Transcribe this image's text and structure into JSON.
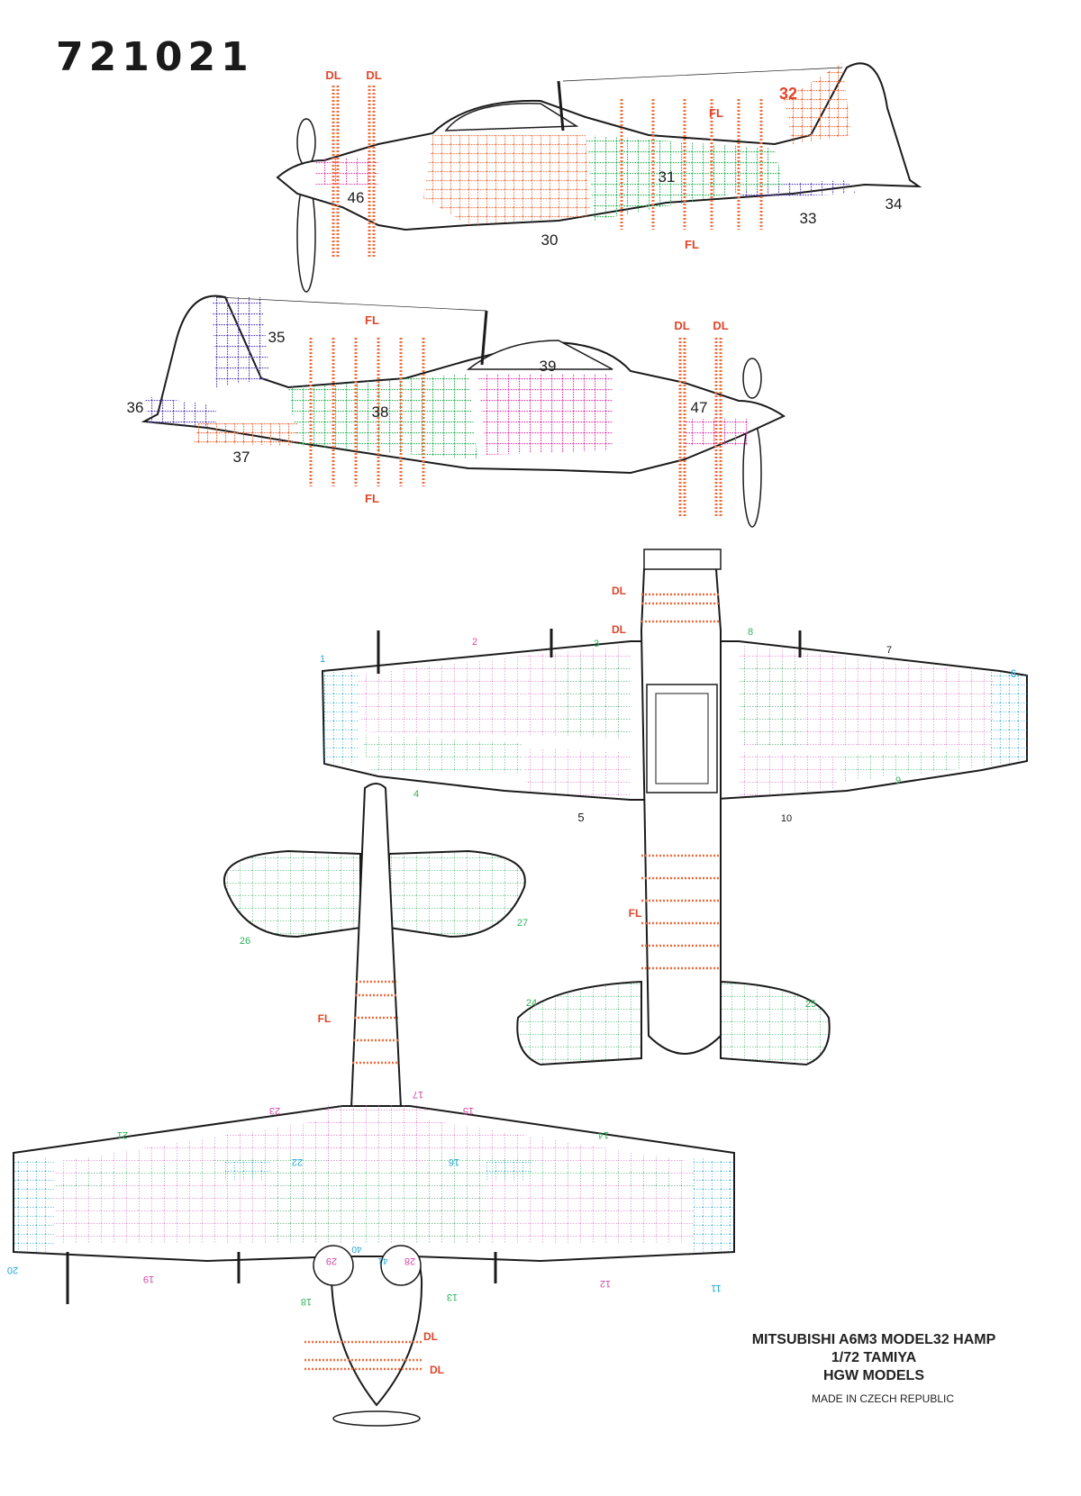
{
  "code": "721021",
  "title": {
    "line1": "MITSUBISHI A6M3 MODEL32  HAMP",
    "line2": "1/72 TAMIYA",
    "line3": "HGW MODELS",
    "line4": "MADE IN CZECH REPUBLIC"
  },
  "colors": {
    "orange": "#f26b3a",
    "green": "#2fb35a",
    "magenta": "#e23fb0",
    "purple": "#5a3fb5",
    "cyan": "#23a6d5",
    "pink": "#d86fc4",
    "outline": "#1b1b1b"
  },
  "labels": {
    "side1": {
      "dl1": "DL",
      "dl2": "DL",
      "fl1": "FL",
      "fl2": "FL",
      "n32": "32",
      "n46": "46",
      "n31": "31",
      "n30": "30",
      "n33": "33",
      "n34": "34"
    },
    "side2": {
      "fl1": "FL",
      "fl2": "FL",
      "dl1": "DL",
      "dl2": "DL",
      "n35": "35",
      "n36": "36",
      "n37": "37",
      "n38": "38",
      "n39": "39",
      "n47": "47"
    },
    "top": {
      "dl1": "DL",
      "dl2": "DL",
      "fl": "FL",
      "n1": "1",
      "n2": "2",
      "n3": "3",
      "n4": "4",
      "n5": "5",
      "n6": "6",
      "n7": "7",
      "n8": "8",
      "n9": "9",
      "n10": "10",
      "n24": "24",
      "n25": "25"
    },
    "bottom": {
      "fl": "FL",
      "dl1": "DL",
      "dl2": "DL",
      "n26": "26",
      "n27": "27",
      "n11": "11",
      "n12": "12",
      "n13": "13",
      "n14": "14",
      "n15": "15",
      "n16": "16",
      "n17": "17",
      "n18": "18",
      "n19": "19",
      "n20": "20",
      "n21": "21",
      "n22": "22",
      "n23": "23",
      "n28": "28",
      "n29": "29",
      "n40": "40",
      "n41": "41"
    }
  }
}
